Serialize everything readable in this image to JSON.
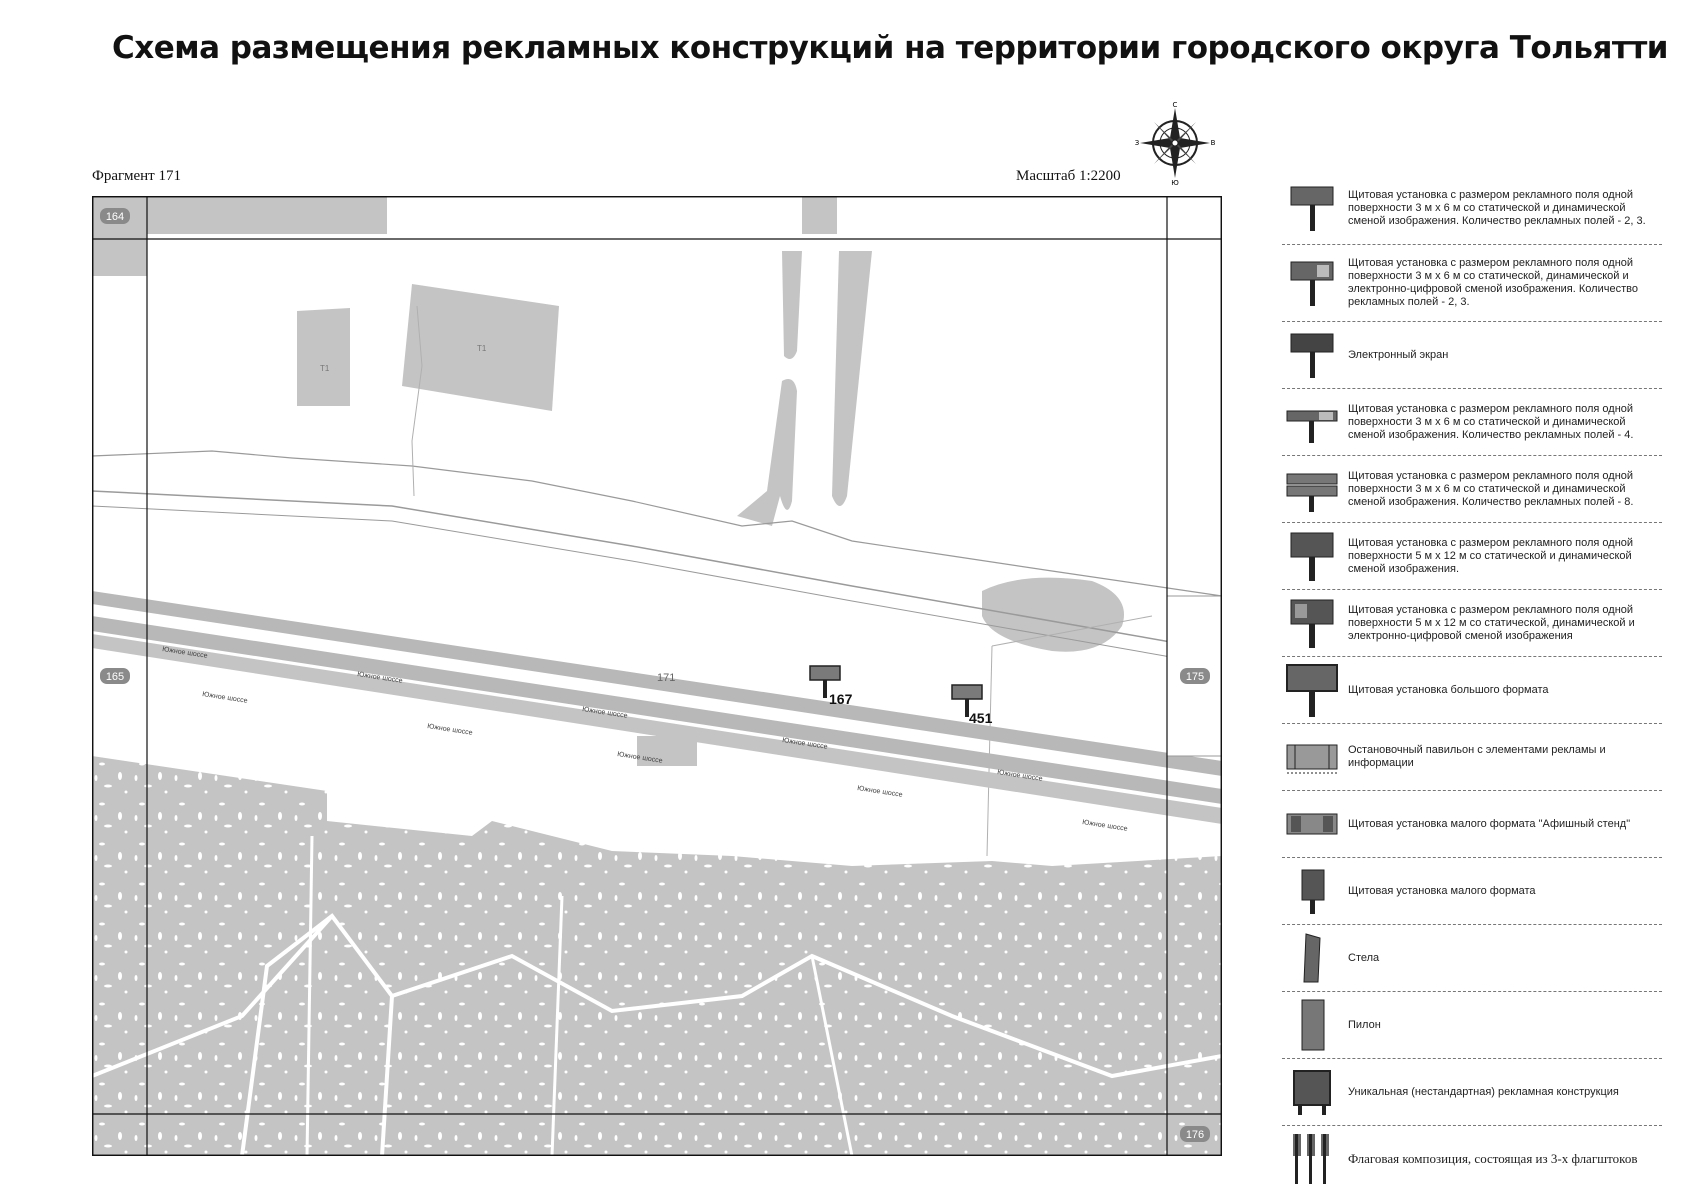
{
  "title": "Схема размещения рекламных конструкций на территории городского округа Тольятти",
  "fragment_label": "Фрагмент 171",
  "scale_label": "Масштаб 1:2200",
  "compass": {
    "n": "С",
    "s": "Ю",
    "w": "З",
    "e": "В"
  },
  "map": {
    "fragments": {
      "top_left": "164",
      "left": "165",
      "right": "175",
      "bottom_right": "176",
      "center": "171"
    },
    "markers": [
      "167",
      "451"
    ],
    "building_label": "Т1",
    "street": "Южное шоссе"
  },
  "legend": [
    {
      "icon": "billboard-static-dynamic-icon",
      "text": "Щитовая установка с размером рекламного поля одной поверхности 3 м х 6 м со статической и динамической сменой изображения. Количество рекламных полей - 2, 3."
    },
    {
      "icon": "billboard-digital-icon",
      "text": "Щитовая установка с размером рекламного поля одной поверхности 3 м х 6 м со статической, динамической и электронно-цифровой сменой изображения. Количество рекламных полей - 2, 3."
    },
    {
      "icon": "electronic-screen-icon",
      "text": "Электронный экран"
    },
    {
      "icon": "billboard-four-fields-icon",
      "text": "Щитовая установка с размером рекламного поля одной поверхности 3 м х 6 м со статической и динамической сменой изображения. Количество рекламных полей - 4."
    },
    {
      "icon": "billboard-eight-fields-icon",
      "text": "Щитовая установка с размером рекламного поля одной поверхности 3 м х 6 м со статической и динамической сменой изображения. Количество рекламных полей - 8."
    },
    {
      "icon": "billboard-large-static-icon",
      "text": "Щитовая установка с размером рекламного поля одной поверхности 5 м х 12 м со статической и динамической сменой изображения."
    },
    {
      "icon": "billboard-large-digital-icon",
      "text": "Щитовая установка с размером рекламного поля одной поверхности 5 м х 12 м со статической, динамической и электронно-цифровой сменой изображения"
    },
    {
      "icon": "big-format-board-icon",
      "text": "Щитовая установка большого формата"
    },
    {
      "icon": "bus-stop-pavilion-icon",
      "text": "Остановочный павильон с элементами рекламы и информации"
    },
    {
      "icon": "poster-stand-icon",
      "text": "Щитовая установка малого формата \"Афишный стенд\""
    },
    {
      "icon": "small-board-icon",
      "text": "Щитовая установка малого формата"
    },
    {
      "icon": "stele-icon",
      "text": "Стела"
    },
    {
      "icon": "pylon-icon",
      "text": "Пилон"
    },
    {
      "icon": "unique-structure-icon",
      "text": "Уникальная (нестандартная) рекламная конструкция"
    },
    {
      "icon": "flag-composition-icon",
      "text": "Флаговая композиция, состоящая из 3-х флагштоков"
    }
  ],
  "colors": {
    "map_fill": "#c4c4c4",
    "road": "#b8b8b8",
    "line": "#9a9a9a",
    "marker": "#7a7a7a"
  }
}
